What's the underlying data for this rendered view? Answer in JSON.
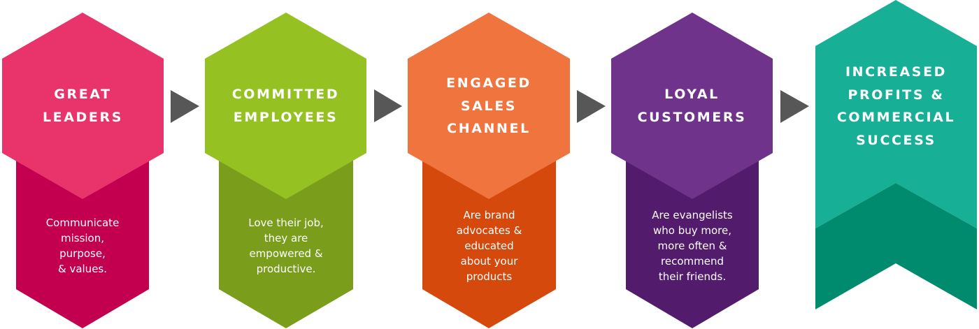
{
  "steps": [
    {
      "title": "GREAT\nLEADERS",
      "description": "Communicate\nmission,\npurpose,\n& values.",
      "color_top": "#e8336b",
      "color_bottom": "#c2004f"
    },
    {
      "title": "COMMITTED\nEMPLOYEES",
      "description": "Love their job,\nthey are\nempowered &\nproductive.",
      "color_top": "#95c122",
      "color_bottom": "#7a9e1c"
    },
    {
      "title": "ENGAGED\nSALES\nCHANNEL",
      "description": "Are brand\nadvocates &\neducated\nabout your\nproducts",
      "color_top": "#ef743e",
      "color_bottom": "#d5490d"
    },
    {
      "title": "LOYAL\nCUSTOMERS",
      "description": "Are evangelists\nwho buy more,\nmore often &\nrecommend\ntheir friends.",
      "color_top": "#70338b",
      "color_bottom": "#521b6b"
    }
  ],
  "outcome": {
    "title": "INCREASED\nPROFITS &\nCOMMERCIAL\nSUCCESS",
    "color_top": "#17af96",
    "color_bottom": "#018b6e"
  },
  "arrow_color": "#575757"
}
